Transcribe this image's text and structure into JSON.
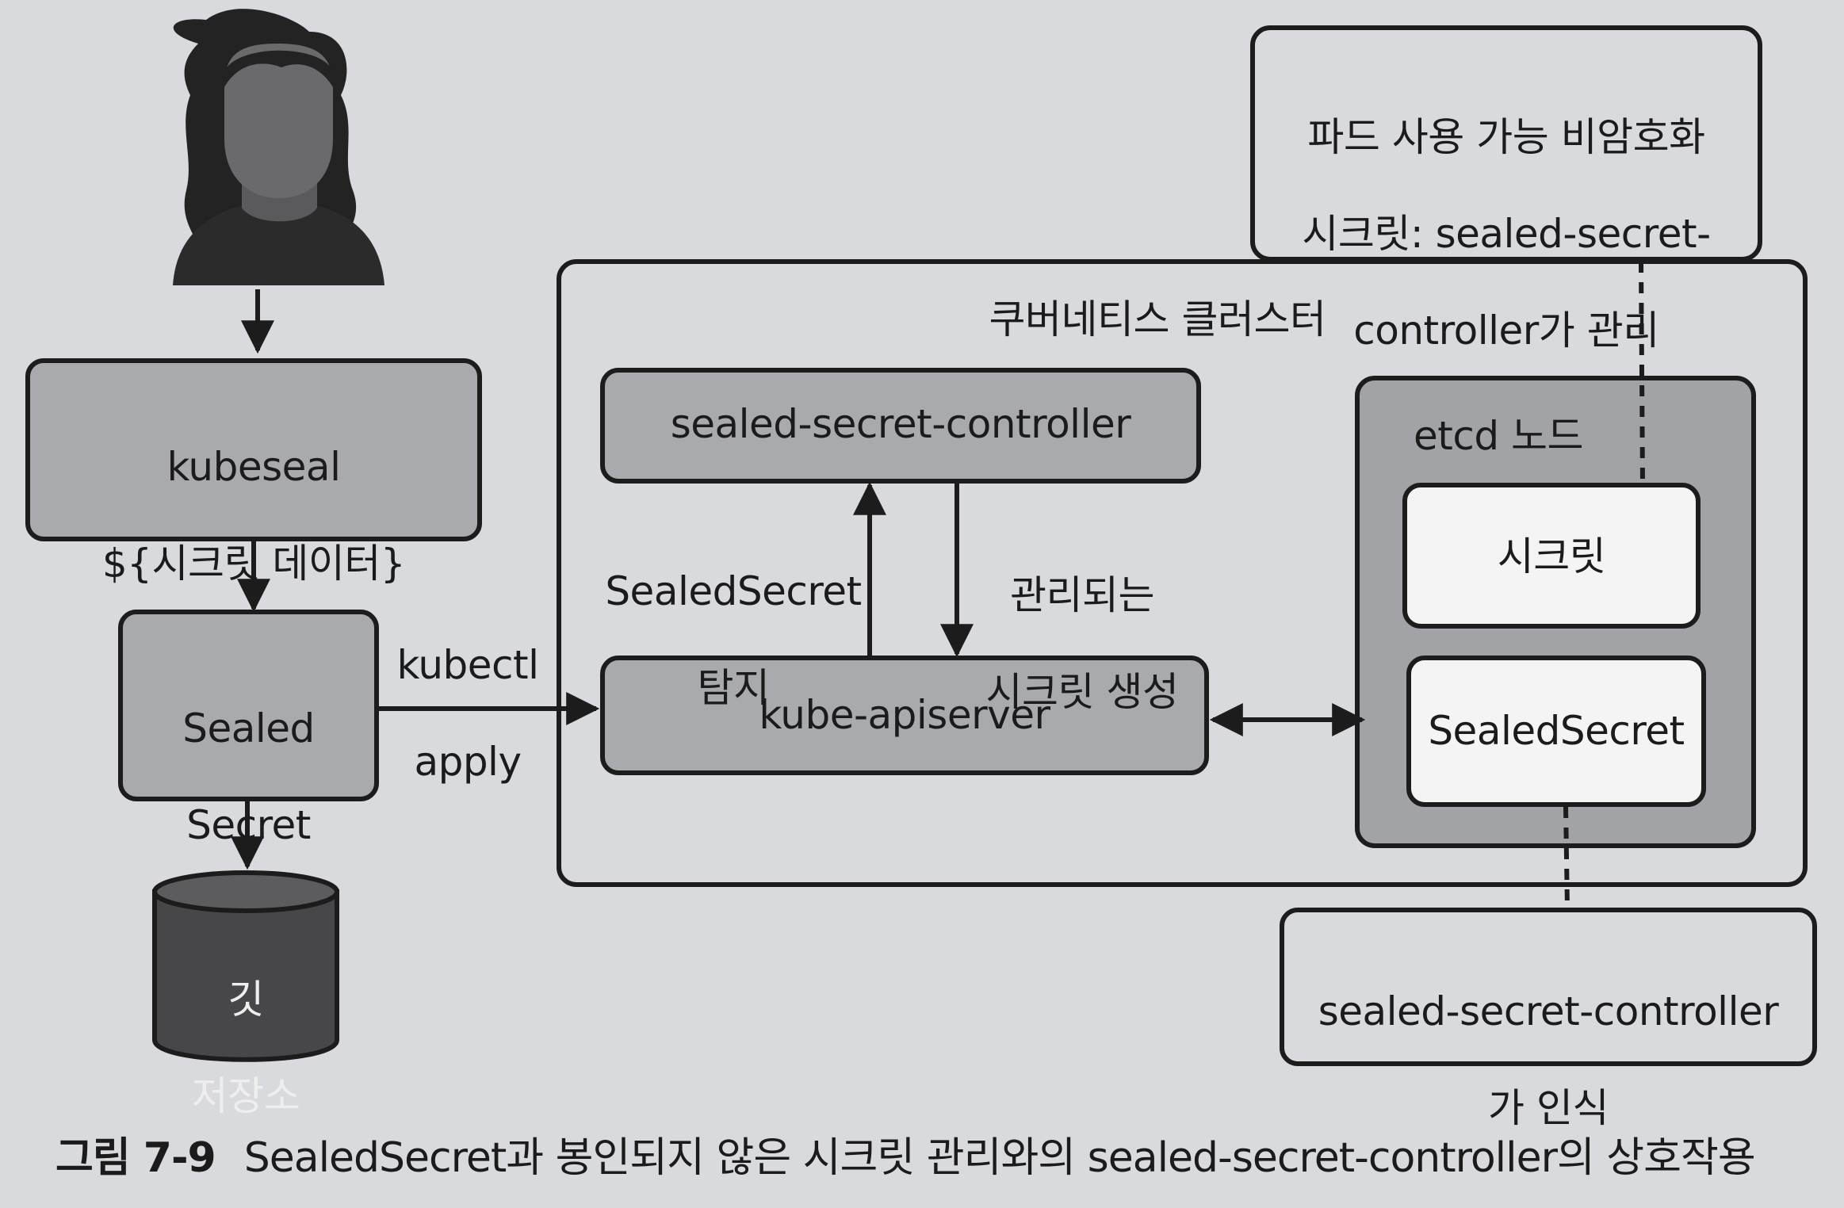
{
  "diagram": {
    "nodes": {
      "kubeseal": [
        "kubeseal",
        "${시크릿 데이터}"
      ],
      "sealed_secret": [
        "Sealed",
        "Secret"
      ],
      "git_repo": [
        "깃",
        "저장소"
      ],
      "controller": "sealed-secret-controller",
      "apiserver": "kube-apiserver",
      "cluster_label": "쿠버네티스 클러스터",
      "etcd_label": "etcd 노드",
      "secret": "시크릿",
      "sealed_secret_store": "SealedSecret",
      "note_top": [
        "파드 사용 가능 비암호화",
        "시크릿: sealed-secret-",
        "controller가 관리"
      ],
      "note_bottom": [
        "sealed-secret-controller",
        "가 인식"
      ]
    },
    "edges": {
      "kubectl_apply": [
        "kubectl",
        "apply"
      ],
      "detect": [
        "SealedSecret",
        "탐지"
      ],
      "create_managed": [
        "관리되는",
        "시크릿 생성"
      ]
    }
  },
  "caption": {
    "number": "그림 7-9",
    "text": "SealedSecret과 봉인되지 않은 시크릿 관리와의 sealed-secret-controller의 상호작용"
  },
  "colors": {
    "box_gray": "#a9aaad",
    "etcd_gray": "#a2a3a6",
    "white_box": "#f4f4f5",
    "cylinder": "#474749",
    "stroke": "#1c1c1c"
  }
}
